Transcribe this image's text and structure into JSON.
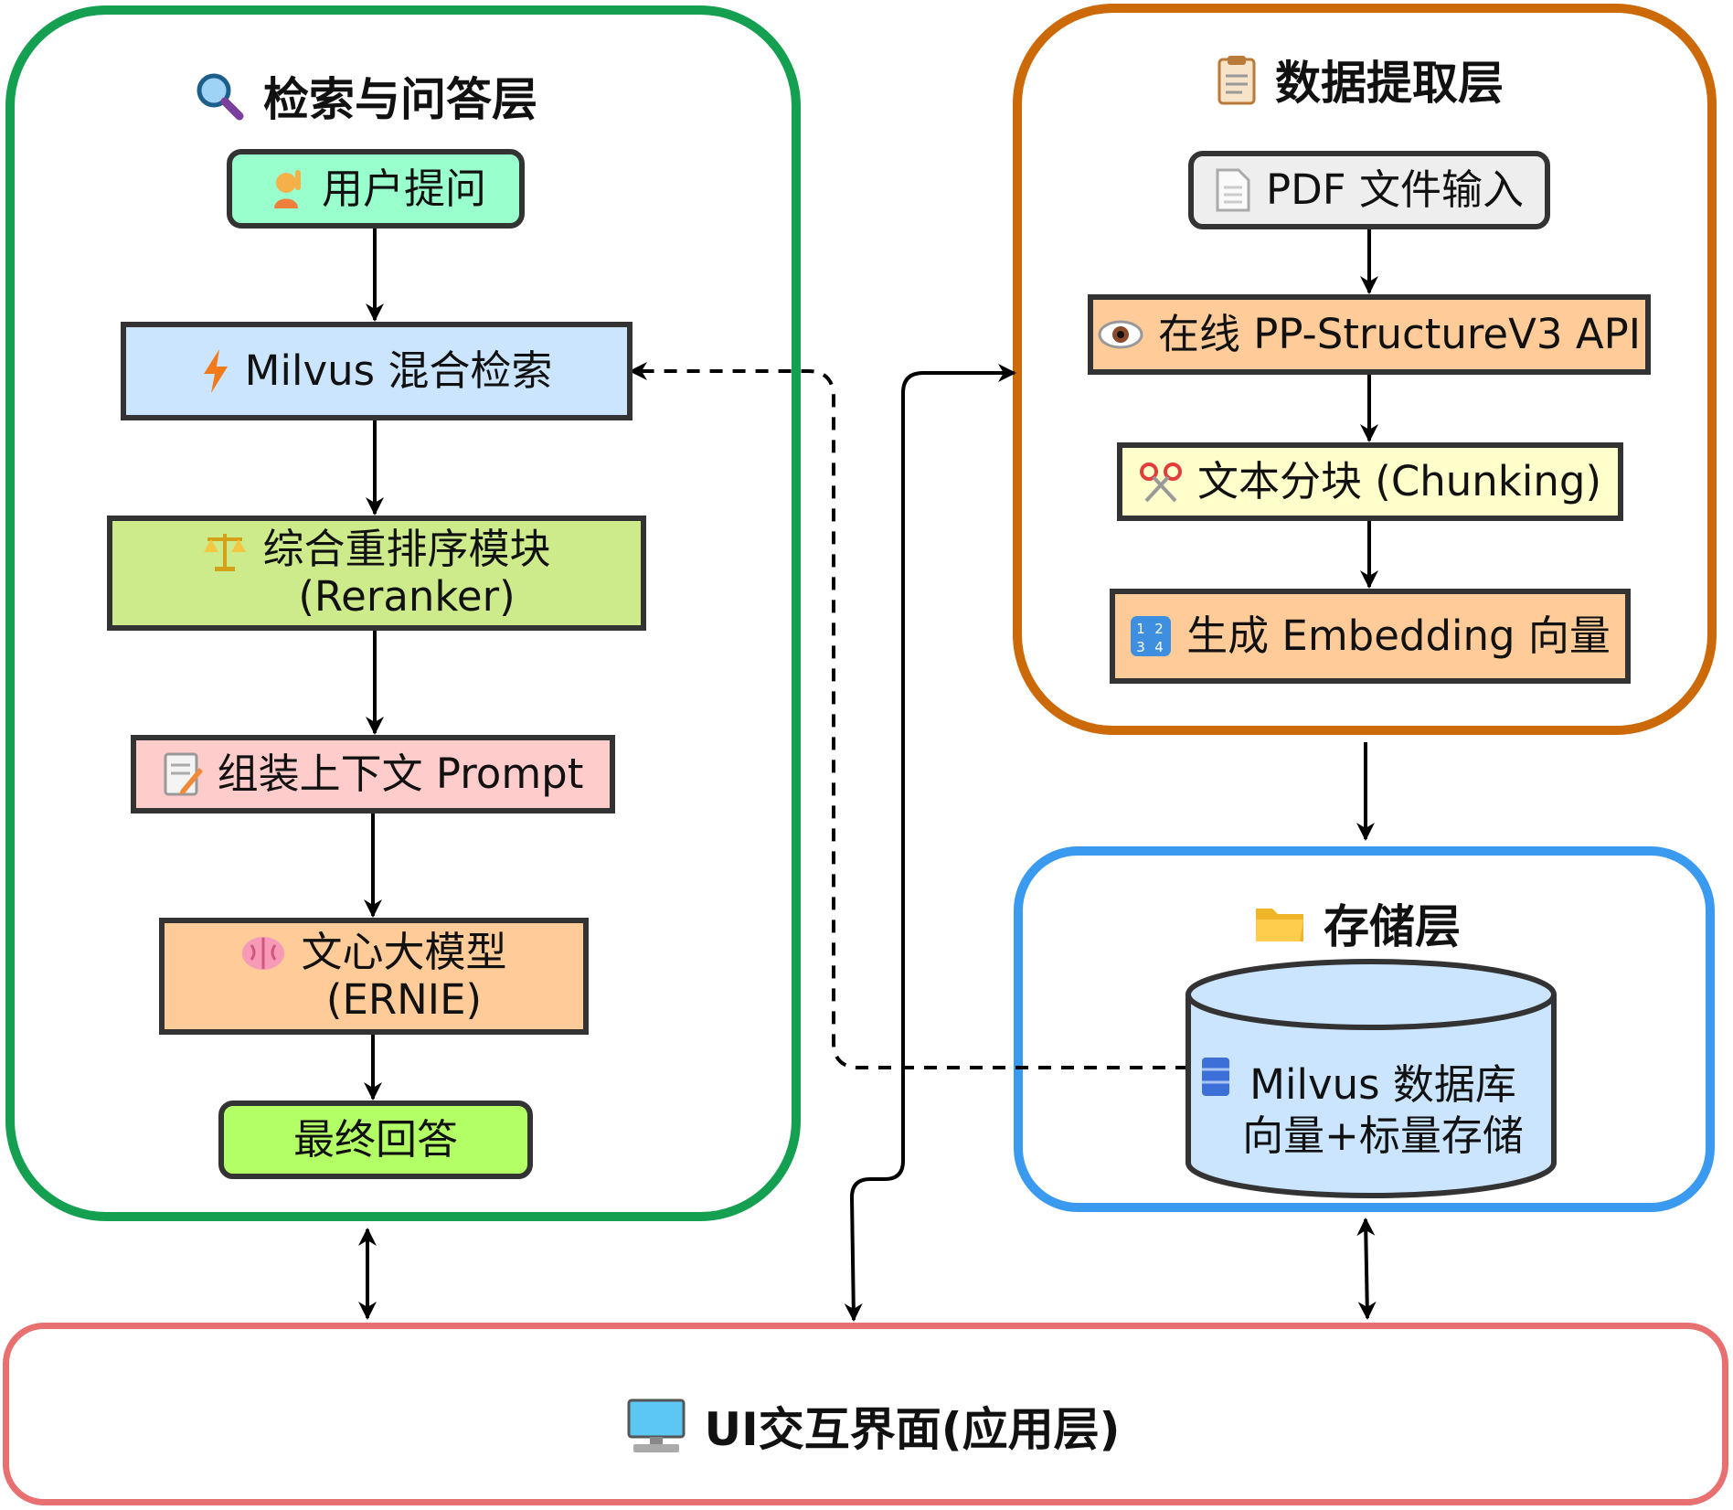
{
  "colors": {
    "retrieval_border": "#14a050",
    "extract_border": "#cc6a0a",
    "storage_border": "#3a9af0",
    "ui_border": "#e87070",
    "node_border": "#333333",
    "fill_mint": "#99ffcc",
    "fill_blue": "#cce5ff",
    "fill_lime": "#cdeb8b",
    "fill_pink": "#ffcccc",
    "fill_orange": "#ffcc99",
    "fill_green": "#b3ff66",
    "fill_gray": "#eeeeee",
    "fill_yellow": "#ffffcc"
  },
  "groups": {
    "retrieval": {
      "title": "检索与问答层",
      "icon": "magnifier-icon"
    },
    "extraction": {
      "title": "数据提取层",
      "icon": "clipboard-icon"
    },
    "storage": {
      "title": "存储层",
      "icon": "folder-icon"
    },
    "ui": {
      "title": "UI交互界面(应用层)",
      "icon": "computer-icon"
    }
  },
  "retrieval_nodes": {
    "user_question": {
      "label": "用户提问",
      "icon": "raising-hand-icon"
    },
    "milvus_search": {
      "label": "Milvus 混合检索",
      "icon": "lightning-icon"
    },
    "reranker": {
      "label": "综合重排序模块\n(Reranker)",
      "icon": "scales-icon"
    },
    "prompt": {
      "label": "组装上下文 Prompt",
      "icon": "memo-icon"
    },
    "ernie": {
      "label": "文心大模型\n(ERNIE)",
      "icon": "brain-icon"
    },
    "answer": {
      "label": "最终回答"
    }
  },
  "extraction_nodes": {
    "pdf_input": {
      "label": "PDF 文件输入",
      "icon": "document-icon"
    },
    "pp_structure": {
      "label": "在线 PP-StructureV3 API",
      "icon": "eye-icon"
    },
    "chunking": {
      "label": "文本分块 (Chunking)",
      "icon": "scissors-icon"
    },
    "embedding": {
      "label": "生成 Embedding 向量",
      "icon": "numbers-icon"
    }
  },
  "storage_nodes": {
    "milvus_db": {
      "label": "Milvus 数据库\n向量+标量存储",
      "icon": "database-icon"
    }
  }
}
